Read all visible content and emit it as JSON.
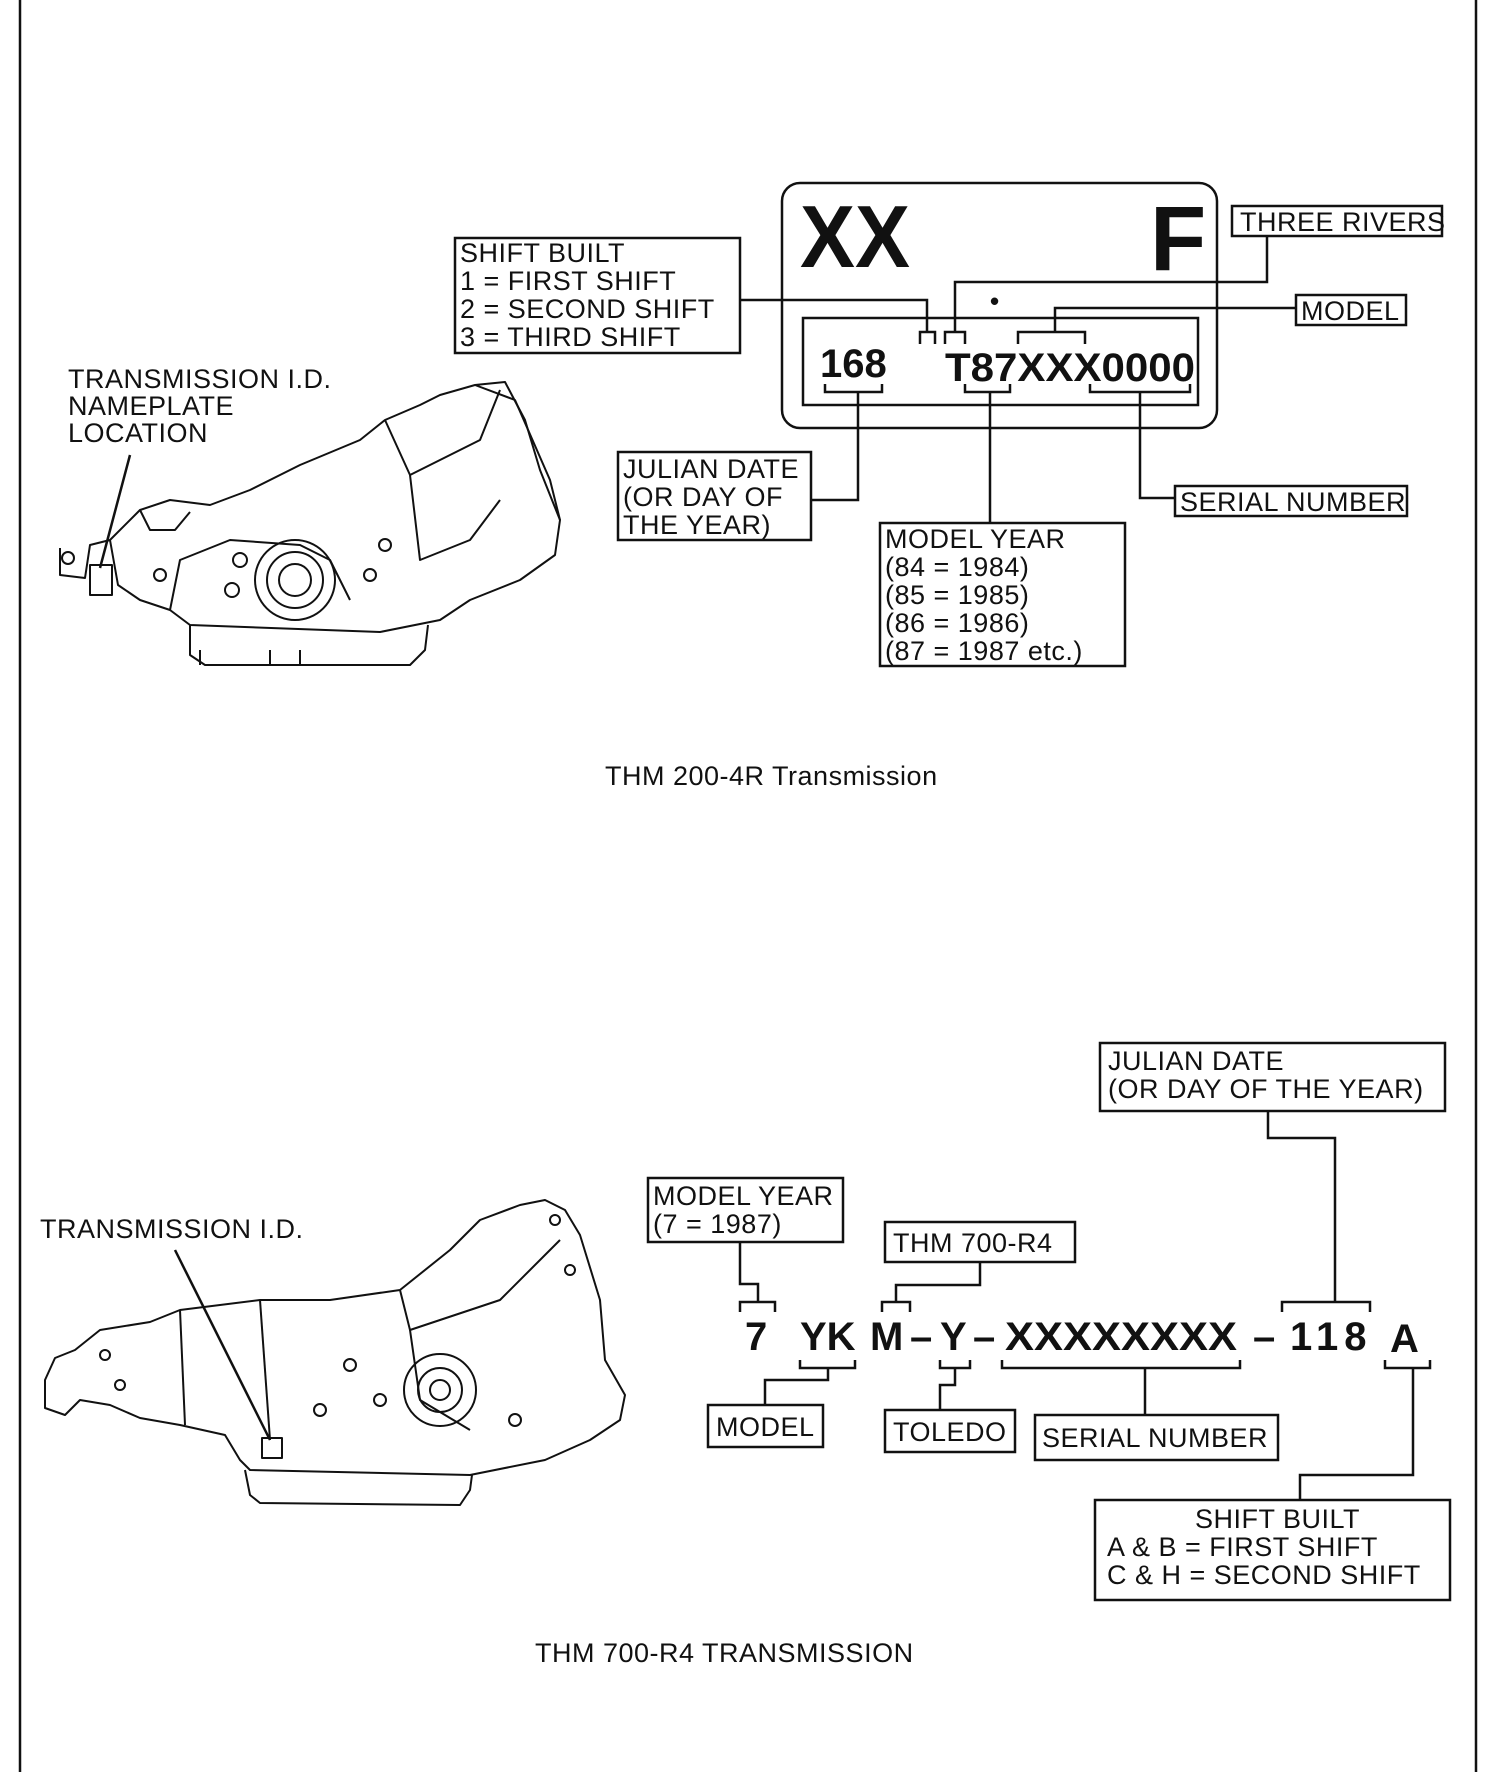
{
  "top_diagram": {
    "caption": "THM 200-4R Transmission",
    "nameplate_location": [
      "TRANSMISSION I.D.",
      "NAMEPLATE",
      "LOCATION"
    ],
    "plate": {
      "big_left": "XX",
      "big_right": "F",
      "dot": "•",
      "code_left": "168",
      "code_right": "T87XXX0000"
    },
    "shift_built": [
      "SHIFT BUILT",
      "1  =  FIRST SHIFT",
      "2  =  SECOND SHIFT",
      "3  =  THIRD SHIFT"
    ],
    "three_rivers": "THREE RIVERS",
    "model": "MODEL",
    "serial_number": "SERIAL NUMBER",
    "julian_date": [
      "JULIAN DATE",
      "(OR DAY OF",
      "THE YEAR)"
    ],
    "model_year": [
      "MODEL YEAR",
      "(84  =  1984)",
      "(85  =  1985)",
      "(86  =  1986)",
      "(87  =  1987 etc.)"
    ]
  },
  "bottom_diagram": {
    "caption": "THM 700-R4 TRANSMISSION",
    "transmission_id": "TRANSMISSION I.D.",
    "code_parts": [
      "7",
      "YK",
      "M",
      "–",
      "Y",
      "–",
      "XXXXXXXX",
      "–",
      "118",
      "A"
    ],
    "model_year": [
      "MODEL YEAR",
      "(7  =  1987)"
    ],
    "thm": "THM 700-R4",
    "julian_date": [
      "JULIAN DATE",
      "(OR DAY OF THE YEAR)"
    ],
    "model": "MODEL",
    "toledo": "TOLEDO",
    "serial_number": "SERIAL NUMBER",
    "shift_built": [
      "SHIFT BUILT",
      "A & B  =  FIRST SHIFT",
      "C & H  =  SECOND SHIFT"
    ]
  }
}
